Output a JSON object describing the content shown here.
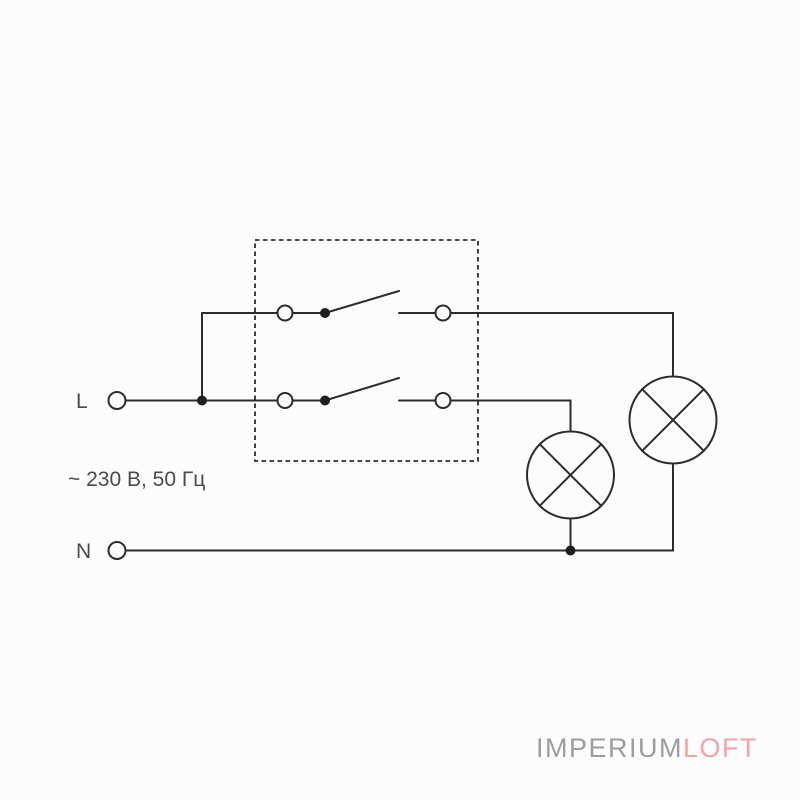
{
  "diagram": {
    "type": "electrical-wiring-diagram",
    "description": "Two-gang switch controlling two lamps",
    "labels": {
      "line_terminal": "L",
      "neutral_terminal": "N",
      "rating": "~ 230 В, 50 Гц"
    },
    "components": {
      "switch_box": "two-gang-switch-dashed-enclosure",
      "switches": [
        "switch-gang-1",
        "switch-gang-2"
      ],
      "lamps": [
        "lamp-1",
        "lamp-2"
      ],
      "terminals": [
        "line-terminal",
        "neutral-terminal",
        "switch-terminal-in-1",
        "switch-terminal-out-1",
        "switch-terminal-in-2",
        "switch-terminal-out-2"
      ]
    },
    "colors": {
      "wire": "#2c2c2c",
      "label_text": "#4a4a4a",
      "background": "#fcfcfc"
    }
  },
  "watermark": {
    "part1": "IMPERIUM",
    "part2": "LOFT",
    "color_part1": "#9b9ea1",
    "color_part2": "#f2a4a8"
  }
}
